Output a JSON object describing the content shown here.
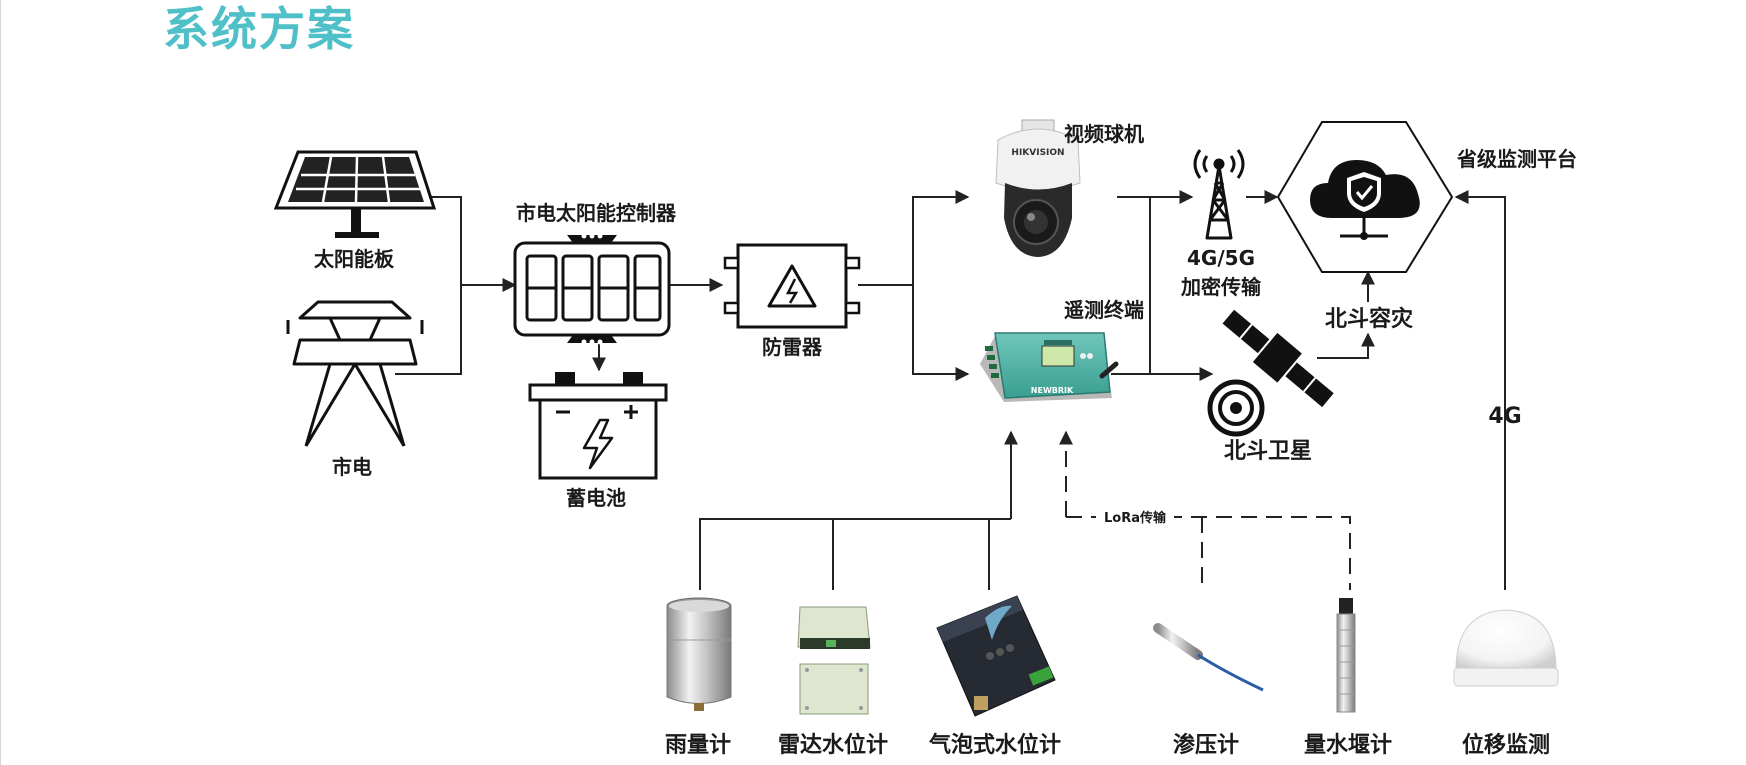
{
  "page": {
    "title": "系统方案"
  },
  "power": {
    "solar_panel": "太阳能板",
    "grid": "市电",
    "controller": "市电太阳能控制器",
    "battery": "蓄电池",
    "surge_protector": "防雷器"
  },
  "terminal": {
    "camera": "视频球机",
    "camera_brand": "HIKVISION",
    "rtu": "遥测终端",
    "rtu_brand": "NEWBRIK"
  },
  "network": {
    "tower": "4G/5G",
    "tower_sub": "加密传输",
    "satellite": "北斗卫星",
    "disaster_recovery": "北斗容灾",
    "platform": "省级监测平台",
    "link_4g": "4G",
    "lora": "LoRa传输"
  },
  "sensors": {
    "rain_gauge": "雨量计",
    "radar_level": "雷达水位计",
    "bubble_level": "气泡式水位计",
    "piezometer": "渗压计",
    "weir_gauge": "量水堰计",
    "displacement": "位移监测"
  }
}
